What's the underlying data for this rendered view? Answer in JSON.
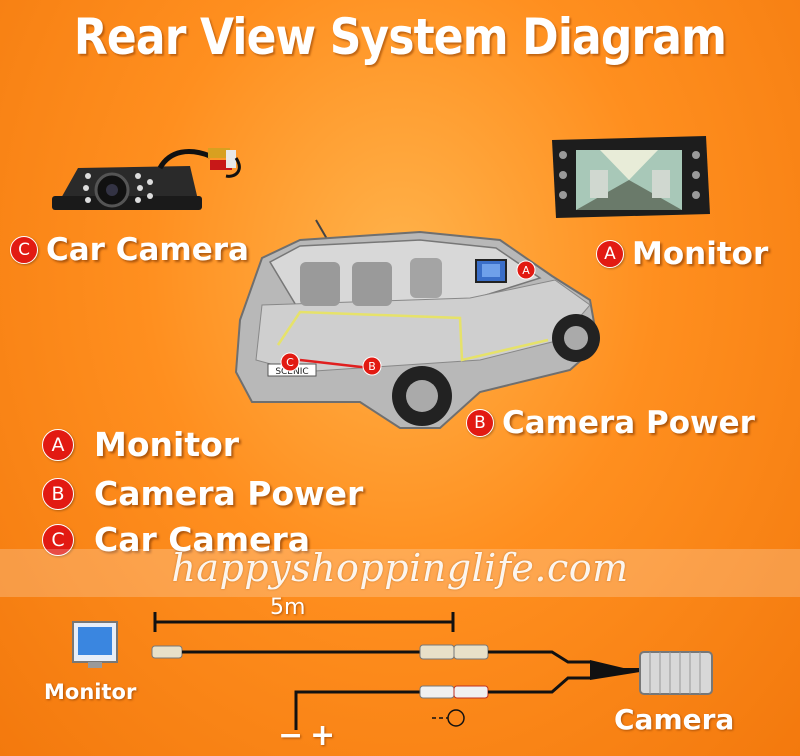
{
  "title": "Rear View System Diagram",
  "callouts": {
    "car_camera": {
      "badge": "C",
      "label": "Car Camera"
    },
    "monitor": {
      "badge": "A",
      "label": "Monitor"
    },
    "camera_power": {
      "badge": "B",
      "label": "Camera Power"
    }
  },
  "legend": [
    {
      "badge": "A",
      "label": "Monitor"
    },
    {
      "badge": "B",
      "label": "Camera Power"
    },
    {
      "badge": "C",
      "label": "Car Camera"
    }
  ],
  "car": {
    "plate": "SCENIC",
    "markers": [
      "A",
      "B",
      "C"
    ]
  },
  "watermark": "happyshoppinglife.com",
  "wiring": {
    "length_label": "5m",
    "monitor_label": "Monitor",
    "camera_label": "Camera",
    "minus": "−",
    "plus": "+",
    "power_symbol": "--⊖-"
  },
  "colors": {
    "background": "#ff8f1f",
    "badge": "#e21a12",
    "text": "#ffffff"
  }
}
